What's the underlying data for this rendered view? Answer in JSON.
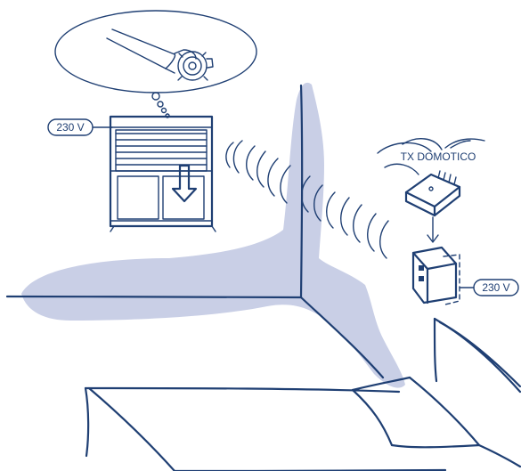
{
  "labels": {
    "voltage_left": "230 V",
    "voltage_right": "230 V",
    "device_name": "TX DOMOTICO"
  },
  "icons": {
    "motor": "tubular-motor-icon",
    "shutter": "rolling-shutter-icon",
    "transmitter": "tx-domotico-module-icon",
    "wall_switch": "wall-switch-icon",
    "waves": "radio-waves-icon"
  },
  "colors": {
    "line": "#1f3f73",
    "shadow": "#c9cfe6",
    "background": "#ffffff"
  }
}
